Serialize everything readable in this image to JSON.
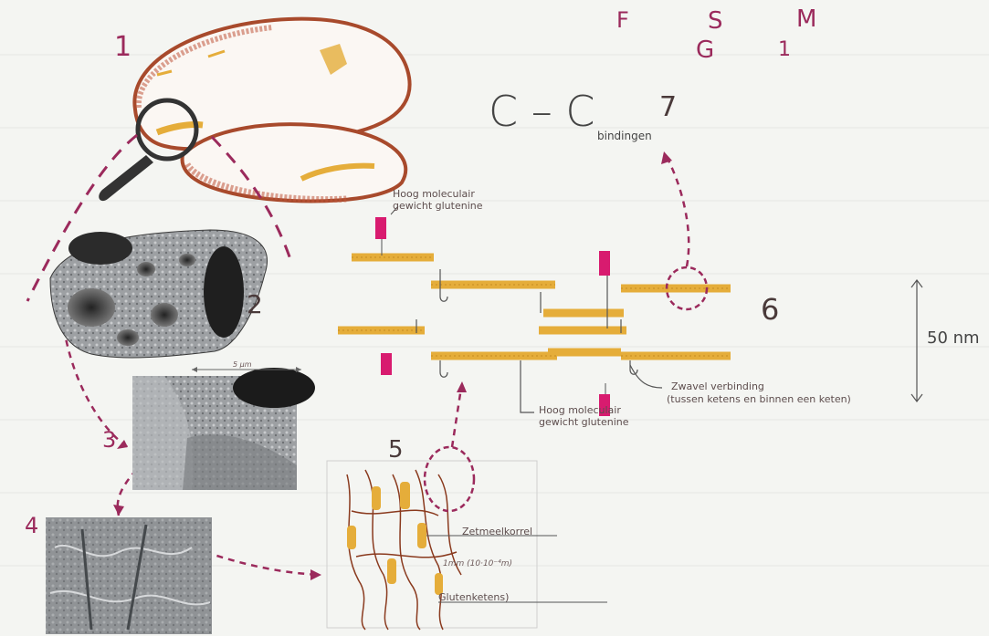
{
  "header": {
    "letter_f": "F",
    "letter_s": "S",
    "letter_m": "M",
    "letter_g": "G",
    "digit_1": "1"
  },
  "bonds": {
    "prefix": "C – C",
    "suffix": "bindingen",
    "number": "7"
  },
  "labels": {
    "label_top_line1": "Hoog moleculair",
    "label_top_line2": "gewicht glutenine",
    "label_bottom_line1": "Hoog moleculair",
    "label_bottom_line2": "gewicht glutenine",
    "sulfur_line1": "Zwavel verbinding",
    "sulfur_line2": "(tussen ketens en binnen een keten)",
    "scale": "50 nm",
    "starch": "Zetmeelkorrel",
    "gluten_chains": "Glutenketens)",
    "small_scale": "1mm (10·10⁻⁴m)",
    "photo3_scale": "5 µm"
  },
  "steps": {
    "n1": "1",
    "n2": "2",
    "n3": "3",
    "n4": "4",
    "n5": "5",
    "n6": "6"
  },
  "colors": {
    "accent": "#9b2a5c",
    "strand": "#e5ad3a",
    "magenta": "#d81b6f",
    "bread": "#a84a2c"
  }
}
